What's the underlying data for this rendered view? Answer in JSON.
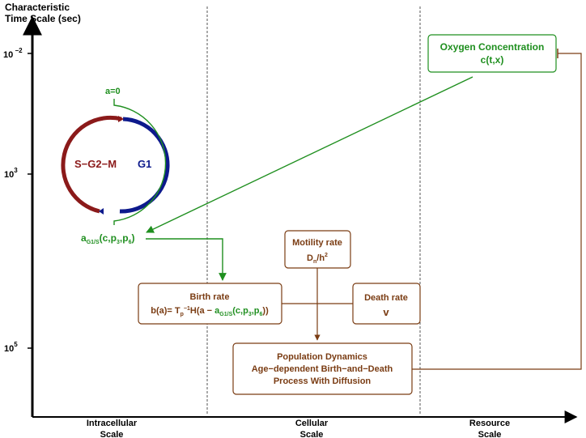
{
  "axes": {
    "y_title_line1": "Characteristic",
    "y_title_line2": "Time Scale (sec)",
    "y_ticks": [
      {
        "base": "10",
        "exp": " −2"
      },
      {
        "base": "10",
        "exp": "3"
      },
      {
        "base": "10",
        "exp": "5"
      }
    ],
    "x_scales": [
      {
        "line1": "Intracellular",
        "line2": "Scale"
      },
      {
        "line1": "Cellular",
        "line2": "Scale"
      },
      {
        "line1": "Resource",
        "line2": "Scale"
      }
    ]
  },
  "cell_cycle": {
    "start_label": "a=0",
    "phase_left": "S−G2−M",
    "phase_right": "G1",
    "threshold": {
      "a": "a",
      "a_sub": "G1/S",
      "open": "(c,p",
      "p1_sub": "3",
      "sep": ",p",
      "p2_sub": "6",
      "close": ")"
    }
  },
  "boxes": {
    "oxygen": {
      "line1": "Oxygen Concentration",
      "line2": "c(t,x)"
    },
    "motility": {
      "line1": "Motility rate",
      "d": "D",
      "d_sub": "n",
      "slash": "/h",
      "h_sup": "2"
    },
    "birth": {
      "line1": "Birth rate",
      "prefix": "b(a)= T",
      "tp_sub": "p",
      "tp_sup": "−1",
      "mid": "H(a − ",
      "a": "a",
      "a_sub": "G1/S",
      "open": "(c,p",
      "p1_sub": "3",
      "sep": ",p",
      "p2_sub": "6",
      "close": "))"
    },
    "death": {
      "line1": "Death rate",
      "line2": "v"
    },
    "population": {
      "line1": "Population Dynamics",
      "line2": "Age−dependent Birth−and−Death",
      "line3": "Process With Diffusion"
    }
  },
  "colors": {
    "green": "#1f8f1f",
    "brown": "#7a3c13",
    "dark_red": "#8b1a1a",
    "navy": "#0d1a8c"
  }
}
